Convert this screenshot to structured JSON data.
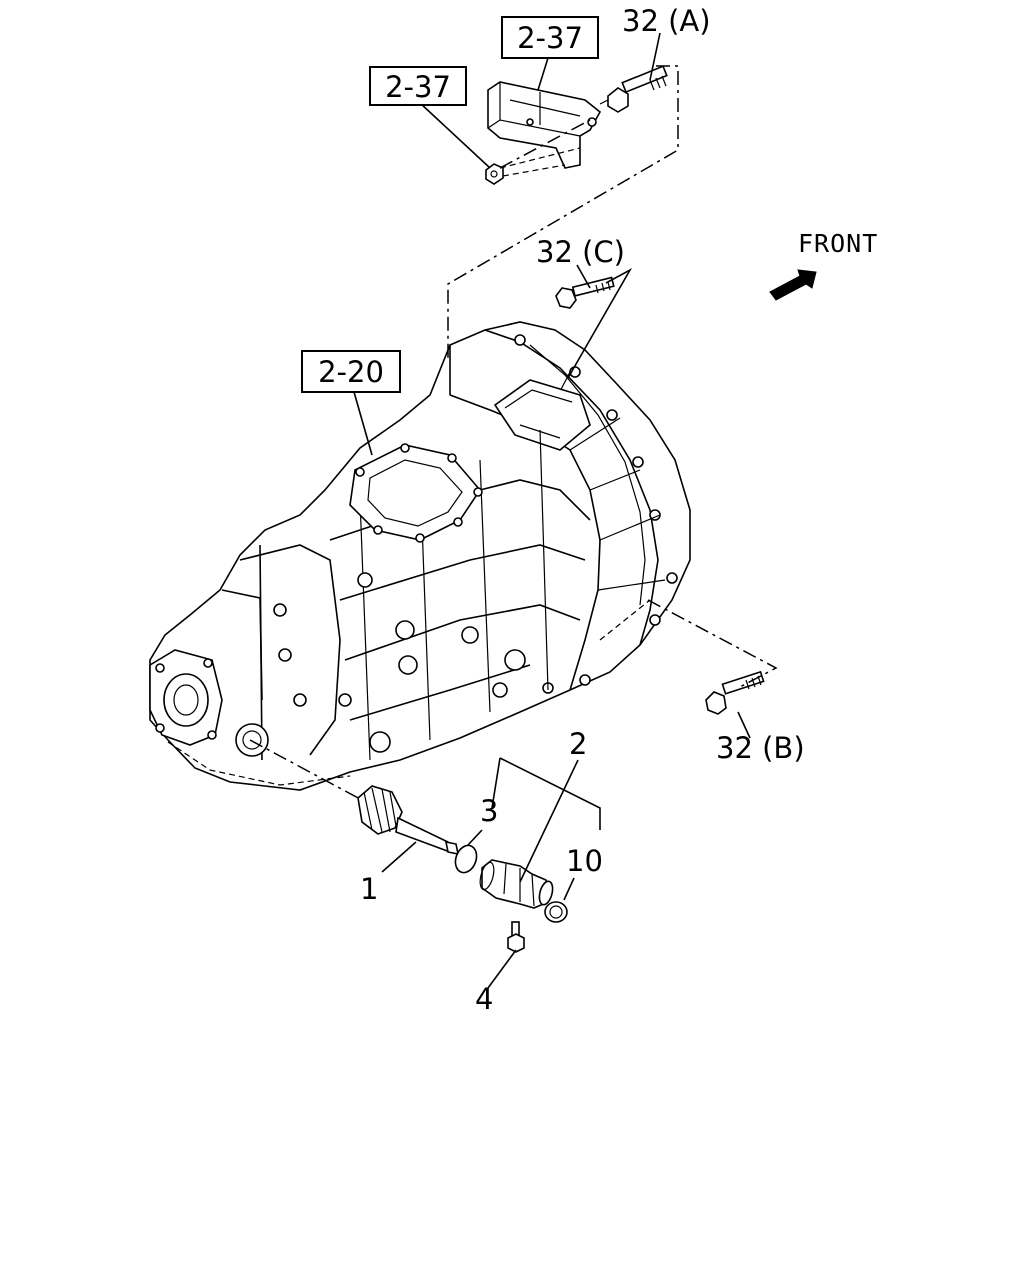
{
  "refs": {
    "ref_237_top": "2-37",
    "ref_237_left": "2-37",
    "ref_220": "2-20"
  },
  "labels": {
    "bolt_32a": "32 (A)",
    "bolt_32c": "32 (C)",
    "bolt_32b": "32 (B)",
    "part_1": "1",
    "part_2": "2",
    "part_3": "3",
    "part_4": "4",
    "part_10": "10"
  },
  "direction": {
    "text": "FRONT",
    "icon": "front-arrow-icon"
  }
}
